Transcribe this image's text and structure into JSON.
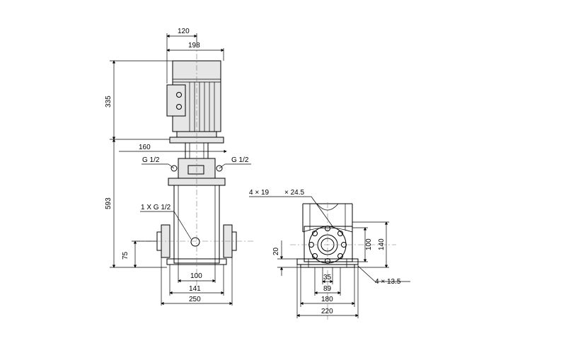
{
  "front_view": {
    "dimensions": {
      "top_width_1": "120",
      "top_width_2": "198",
      "motor_height": "335",
      "pump_height": "593",
      "coupling_width": "160",
      "port_left": "G 1/2",
      "port_right": "G 1/2",
      "drain_plug": "1 X G 1/2",
      "inlet_height": "75",
      "base_width_1": "100",
      "base_width_2": "141",
      "base_width_3": "250"
    }
  },
  "flange_view": {
    "dimensions": {
      "flange_bolts": "4 × 19",
      "flange_pcd": "× 24.5",
      "flange_inner": "100",
      "flange_outer": "140",
      "base_height": "20",
      "bore_35": "35",
      "bore_89": "89",
      "foot_180": "180",
      "foot_220": "220",
      "foot_holes": "4 × 13.5"
    }
  }
}
